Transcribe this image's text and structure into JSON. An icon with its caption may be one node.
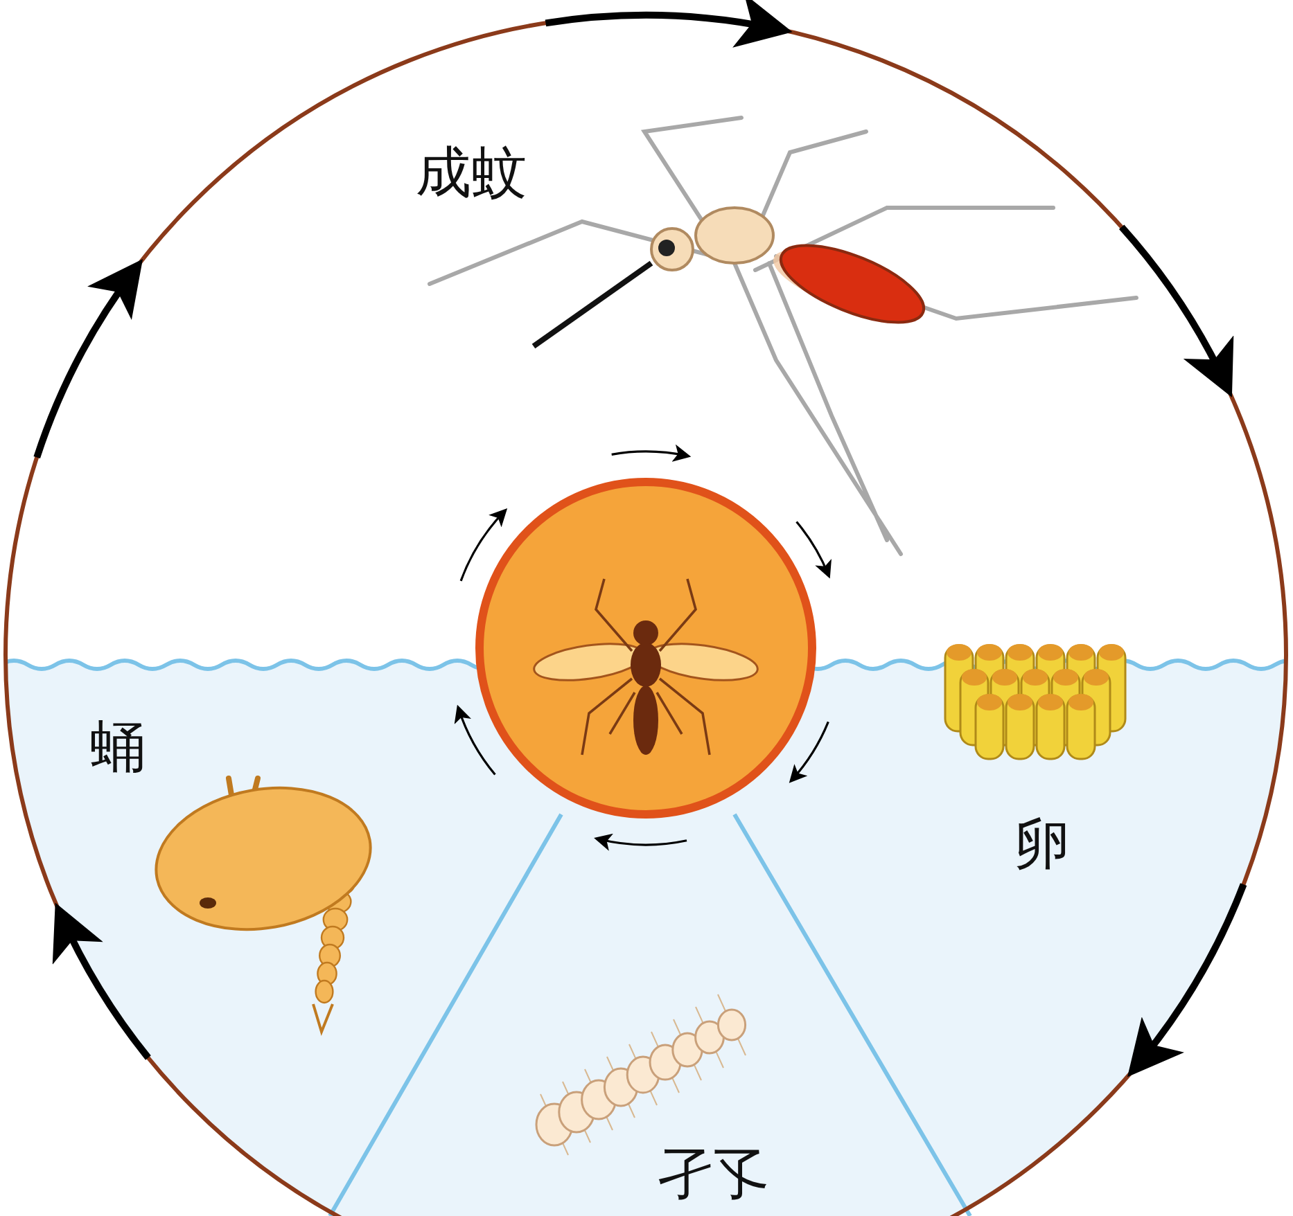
{
  "diagram": {
    "labels": [
      "成蚊",
      "蛹",
      "卵",
      "孑孓"
    ]
  }
}
